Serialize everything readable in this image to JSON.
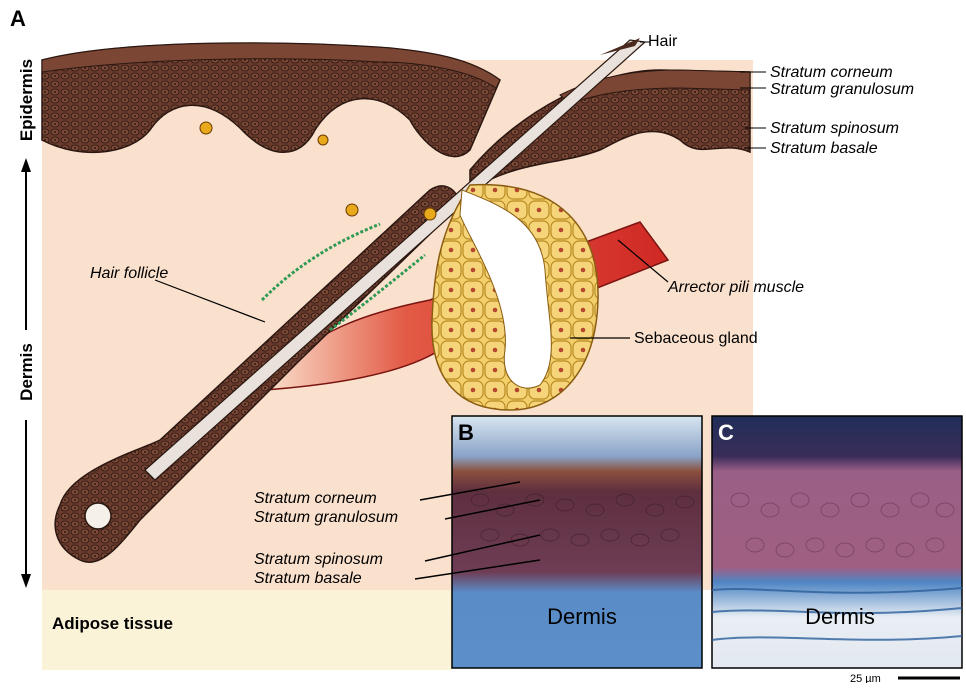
{
  "panels": {
    "a": "A",
    "b": "B",
    "c": "C"
  },
  "axis": {
    "epidermis": "Epidermis",
    "dermis": "Dermis"
  },
  "regions": {
    "adipose": "Adipose tissue"
  },
  "labels_a": {
    "hair": "Hair",
    "stratum_corneum": "Stratum corneum",
    "stratum_granulosum": "Stratum granulosum",
    "stratum_spinosum": "Stratum spinosum",
    "stratum_basale": "Stratum basale",
    "hair_follicle": "Hair follicle",
    "arrector_pili": "Arrector pili muscle",
    "sebaceous_gland": "Sebaceous gland"
  },
  "labels_b": {
    "stratum_corneum": "Stratum corneum",
    "stratum_granulosum": "Stratum granulosum",
    "stratum_spinosum": "Stratum spinosum",
    "stratum_basale": "Stratum basale",
    "dermis": "Dermis"
  },
  "labels_c": {
    "dermis": "Dermis"
  },
  "scale_bar": "25 µm",
  "colors": {
    "dermis_bg": "#fae1cd",
    "adipose_bg": "#fbf3d8",
    "epidermis": "#5a3327",
    "muscle": "#d8302c",
    "gland": "#f1c75a",
    "stain_blue": "#4f86c2",
    "stain_purple": "#6d3b55"
  }
}
